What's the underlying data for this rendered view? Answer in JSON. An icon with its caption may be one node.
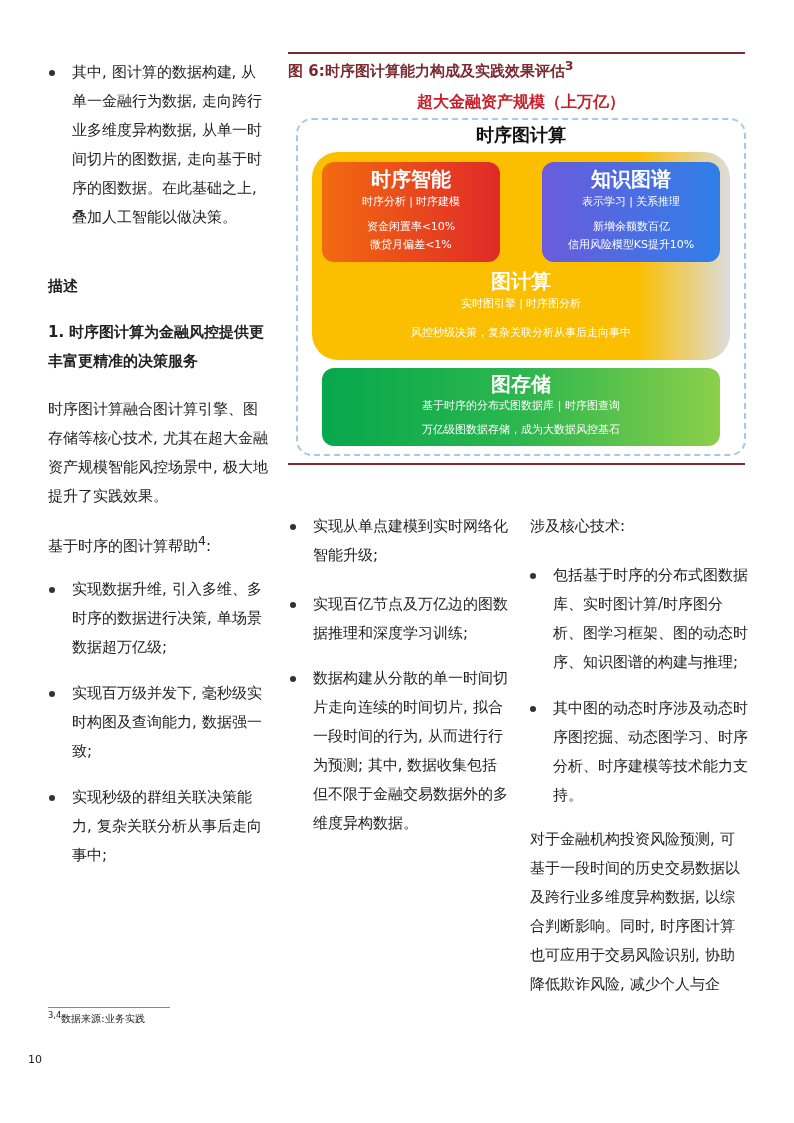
{
  "diagram": {
    "title": "图 6:时序图计算能力构成及实践效果评估$^{3}$",
    "nodes": [
      {
        "text": [
          "时序图计算"
        ]
      },
      {
        "text": [
          "图计算",
          "实时图引擎 | 时序图分析",
          "风控秒级决策，复杂关联分析从事后走向事中"
        ],
        "in": 0
      },
      {
        "text": [
          "时序智能",
          "时序分析 | 时序建模",
          "资金闲置率<10%",
          "微贷月偏差<1%"
        ],
        "in": 1
      },
      {
        "text": [
          "知识图谱",
          "表示学习 | 关系推理",
          "新增余额数百亿",
          "信用风险模型KS提升10%"
        ],
        "in": 1
      },
      {
        "text": [
          "图存储",
          "基于时序的分布式图数据库 | 时序图查询",
          "万亿级图数据存储，成为大数据风控基石"
        ],
        "in": 0
      }
    ],
    "labels": [
      "其中, 图计算的数据构建, 从单一金融行为数据, 走向跨行业多维度异构数据, 从单一时间切片的图数据, 走向基于时序的图数据。在此基础之上, 叠加人工智能以做决策。",
      "描述",
      "1. 时序图计算为金融风控提供更丰富更精准的决策服务",
      "时序图计算融合图计算引擎、图存储等核心技术, 尤其在超大金融资产规模智能风控场景中, 极大地提升了实践效果。",
      "基于时序的图计算帮助$^{4}$:",
      "实现数据升维, 引入多维、多时序的数据进行决策, 单场景数据超万亿级;",
      "实现百万级并发下, 毫秒级实时构图及查询能力, 数据强一致;",
      "实现秒级的群组关联决策能力, 复杂关联分析从事后走向事中;",
      "超大金融资产规模（上万亿）",
      "实现从单点建模到实时网络化智能升级;",
      "实现百亿节点及万亿边的图数据推理和深度学习训练;",
      "数据构建从分散的单一时间切片走向连续的时间切片, 拟合一段时间的行为, 从而进行行为预测; 其中, 数据收集包括但不限于金融交易数据外的多维度异构数据。",
      "涉及核心技术:",
      "包括基于时序的分布式图数据库、实时图计算/时序图分析、图学习框架、图的动态时序、知识图谱的构建与推理;",
      "其中图的动态时序涉及动态时序图挖掘、动态图学习、时序分析、时序建模等技术能力支持。",
      "对于金融机构投资风险预测, 可基于一段时间的历史交易数据以及跨行业多维度异构数据, 以综合判断影响。同时, 时序图计算也可应用于交易风险识别, 协助降低欺诈风险, 减少个人与企",
      "$^{3,4}$数据来源:业务实践",
      "10"
    ]
  }
}
